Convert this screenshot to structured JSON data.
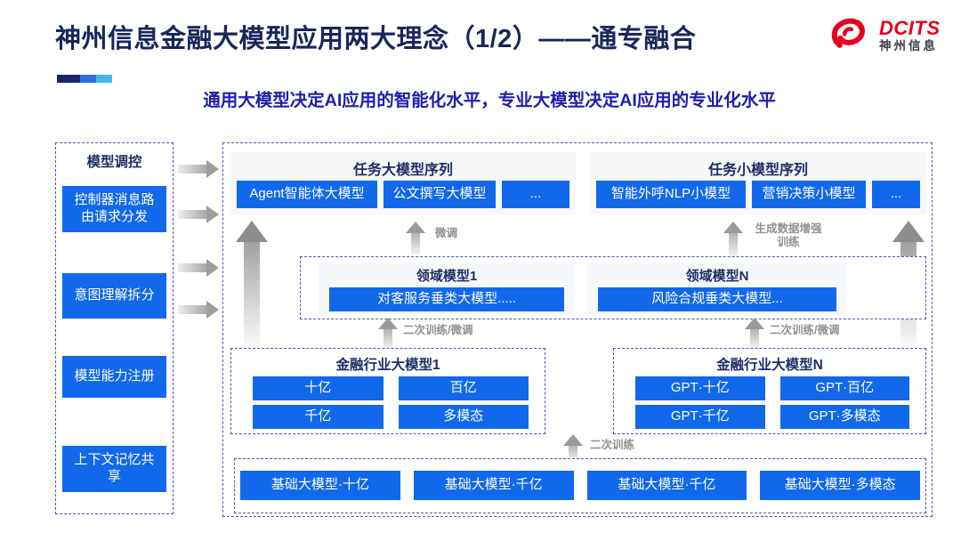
{
  "header": {
    "title": "神州信息金融大模型应用两大理念（1/2）——通专融合",
    "subtitle": "通用大模型决定AI应用的智能化水平，专业大模型决定AI应用的专业化水平",
    "logo": {
      "text": "DCITS",
      "cn": "神州信息"
    }
  },
  "colors": {
    "accent_blue": "#1268ea",
    "navy_text": "#1f2c66",
    "subtitle_blue": "#1d1dae",
    "logo_red": "#e50020",
    "arrow_gray": "#9a9a9a",
    "dashed_border": "#4a5aa0"
  },
  "sidebar": {
    "title": "模型调控",
    "items": [
      "控制器消息路由请求分发",
      "意图理解拆分",
      "模型能力注册",
      "上下文记忆共享"
    ]
  },
  "diagram": {
    "task_large": {
      "title": "任务大模型序列",
      "items": [
        "Agent智能体大模型",
        "公文撰写大模型",
        "..."
      ]
    },
    "task_small": {
      "title": "任务小模型序列",
      "items": [
        "智能外呼NLP小模型",
        "营销决策小模型",
        "..."
      ]
    },
    "labels": {
      "fine_tune": "微调",
      "gen_data_training": "生成数据增强训练",
      "secondary_training_finetune": "二次训练/微调",
      "secondary_training": "二次训练"
    },
    "domain": {
      "groups": [
        {
          "title": "领域模型1",
          "item": "对客服务垂类大模型....."
        },
        {
          "title": "领域模型N",
          "item": "风险合规垂类大模型..."
        }
      ]
    },
    "industry": {
      "groups": [
        {
          "title": "金融行业大模型1",
          "items": [
            "十亿",
            "百亿",
            "千亿",
            "多模态"
          ]
        },
        {
          "title": "金融行业大模型N",
          "items": [
            "GPT·十亿",
            "GPT·百亿",
            "GPT·千亿",
            "GPT·多模态"
          ]
        }
      ]
    },
    "base": {
      "items": [
        "基础大模型·十亿",
        "基础大模型·千亿",
        "基础大模型·千亿",
        "基础大模型·多模态"
      ]
    }
  }
}
